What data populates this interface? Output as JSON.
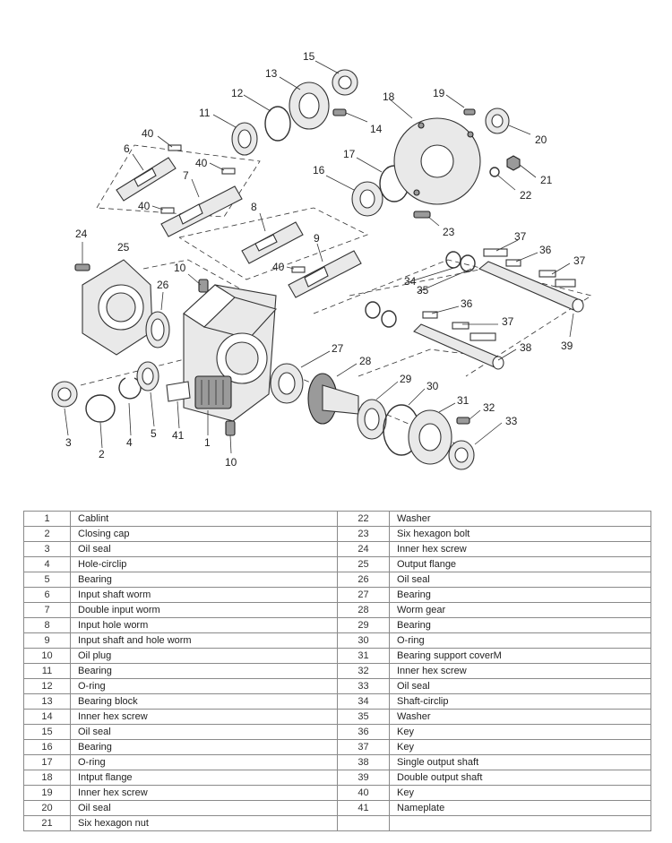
{
  "callouts": {
    "c1": "1",
    "c2": "2",
    "c3": "3",
    "c4": "4",
    "c5": "5",
    "c6": "6",
    "c7": "7",
    "c8": "8",
    "c9": "9",
    "c10a": "10",
    "c10b": "10",
    "c11": "11",
    "c12": "12",
    "c13": "13",
    "c14": "14",
    "c15": "15",
    "c16": "16",
    "c17": "17",
    "c18": "18",
    "c19": "19",
    "c20": "20",
    "c21": "21",
    "c22": "22",
    "c23": "23",
    "c24": "24",
    "c25": "25",
    "c26": "26",
    "c27": "27",
    "c28": "28",
    "c29": "29",
    "c30": "30",
    "c31": "31",
    "c32": "32",
    "c33": "33",
    "c34": "34",
    "c35": "35",
    "c36a": "36",
    "c36b": "36",
    "c37a": "37",
    "c37b": "37",
    "c37c": "37",
    "c38": "38",
    "c39": "39",
    "c40a": "40",
    "c40b": "40",
    "c40c": "40",
    "c40d": "40",
    "c41": "41"
  },
  "parts": [
    {
      "no": "1",
      "name": "Cablint"
    },
    {
      "no": "2",
      "name": "Closing cap"
    },
    {
      "no": "3",
      "name": "Oil seal"
    },
    {
      "no": "4",
      "name": "Hole-circlip"
    },
    {
      "no": "5",
      "name": "Bearing"
    },
    {
      "no": "6",
      "name": "Input shaft worm"
    },
    {
      "no": "7",
      "name": "Double input worm"
    },
    {
      "no": "8",
      "name": "Input hole worm"
    },
    {
      "no": "9",
      "name": "Input shaft and hole worm"
    },
    {
      "no": "10",
      "name": "Oil plug"
    },
    {
      "no": "11",
      "name": "Bearing"
    },
    {
      "no": "12",
      "name": "O-ring"
    },
    {
      "no": "13",
      "name": "Bearing block"
    },
    {
      "no": "14",
      "name": "Inner hex screw"
    },
    {
      "no": "15",
      "name": "Oil seal"
    },
    {
      "no": "16",
      "name": "Bearing"
    },
    {
      "no": "17",
      "name": "O-ring"
    },
    {
      "no": "18",
      "name": "Intput flange"
    },
    {
      "no": "19",
      "name": "Inner hex screw"
    },
    {
      "no": "20",
      "name": "Oil seal"
    },
    {
      "no": "21",
      "name": "Six hexagon nut"
    },
    {
      "no": "22",
      "name": "Washer"
    },
    {
      "no": "23",
      "name": "Six hexagon bolt"
    },
    {
      "no": "24",
      "name": "Inner hex screw"
    },
    {
      "no": "25",
      "name": "Output flange"
    },
    {
      "no": "26",
      "name": "Oil seal"
    },
    {
      "no": "27",
      "name": "Bearing"
    },
    {
      "no": "28",
      "name": "Worm gear"
    },
    {
      "no": "29",
      "name": "Bearing"
    },
    {
      "no": "30",
      "name": "O-ring"
    },
    {
      "no": "31",
      "name": "Bearing support coverM"
    },
    {
      "no": "32",
      "name": "Inner hex screw"
    },
    {
      "no": "33",
      "name": "Oil seal"
    },
    {
      "no": "34",
      "name": "Shaft-circlip"
    },
    {
      "no": "35",
      "name": "Washer"
    },
    {
      "no": "36",
      "name": "Key"
    },
    {
      "no": "37",
      "name": "Key"
    },
    {
      "no": "38",
      "name": "Single output shaft"
    },
    {
      "no": "39",
      "name": "Double output shaft"
    },
    {
      "no": "40",
      "name": "Key"
    },
    {
      "no": "41",
      "name": "Nameplate"
    }
  ],
  "table": {
    "rows": [
      {
        "l_no": "1",
        "l_name": "Cablint",
        "r_no": "22",
        "r_name": "Washer"
      },
      {
        "l_no": "2",
        "l_name": "Closing cap",
        "r_no": "23",
        "r_name": "Six hexagon bolt"
      },
      {
        "l_no": "3",
        "l_name": "Oil seal",
        "r_no": "24",
        "r_name": "Inner hex screw"
      },
      {
        "l_no": "4",
        "l_name": "Hole-circlip",
        "r_no": "25",
        "r_name": "Output flange"
      },
      {
        "l_no": "5",
        "l_name": "Bearing",
        "r_no": "26",
        "r_name": "Oil seal"
      },
      {
        "l_no": "6",
        "l_name": "Input shaft worm",
        "r_no": "27",
        "r_name": "Bearing"
      },
      {
        "l_no": "7",
        "l_name": "Double input worm",
        "r_no": "28",
        "r_name": "Worm gear"
      },
      {
        "l_no": "8",
        "l_name": "Input hole worm",
        "r_no": "29",
        "r_name": "Bearing"
      },
      {
        "l_no": "9",
        "l_name": "Input shaft and hole worm",
        "r_no": "30",
        "r_name": "O-ring"
      },
      {
        "l_no": "10",
        "l_name": "Oil plug",
        "r_no": "31",
        "r_name": "Bearing support coverM"
      },
      {
        "l_no": "11",
        "l_name": "Bearing",
        "r_no": "32",
        "r_name": "Inner hex screw"
      },
      {
        "l_no": "12",
        "l_name": "O-ring",
        "r_no": "33",
        "r_name": "Oil seal"
      },
      {
        "l_no": "13",
        "l_name": "Bearing block",
        "r_no": "34",
        "r_name": "Shaft-circlip"
      },
      {
        "l_no": "14",
        "l_name": "Inner hex screw",
        "r_no": "35",
        "r_name": "Washer"
      },
      {
        "l_no": "15",
        "l_name": "Oil seal",
        "r_no": "36",
        "r_name": "Key"
      },
      {
        "l_no": "16",
        "l_name": "Bearing",
        "r_no": "37",
        "r_name": "Key"
      },
      {
        "l_no": "17",
        "l_name": "O-ring",
        "r_no": "38",
        "r_name": "Single output shaft"
      },
      {
        "l_no": "18",
        "l_name": "Intput flange",
        "r_no": "39",
        "r_name": "Double output shaft"
      },
      {
        "l_no": "19",
        "l_name": "Inner hex screw",
        "r_no": "40",
        "r_name": "Key"
      },
      {
        "l_no": "20",
        "l_name": "Oil seal",
        "r_no": "41",
        "r_name": "Nameplate"
      },
      {
        "l_no": "21",
        "l_name": "Six hexagon nut",
        "r_no": "",
        "r_name": ""
      }
    ]
  }
}
